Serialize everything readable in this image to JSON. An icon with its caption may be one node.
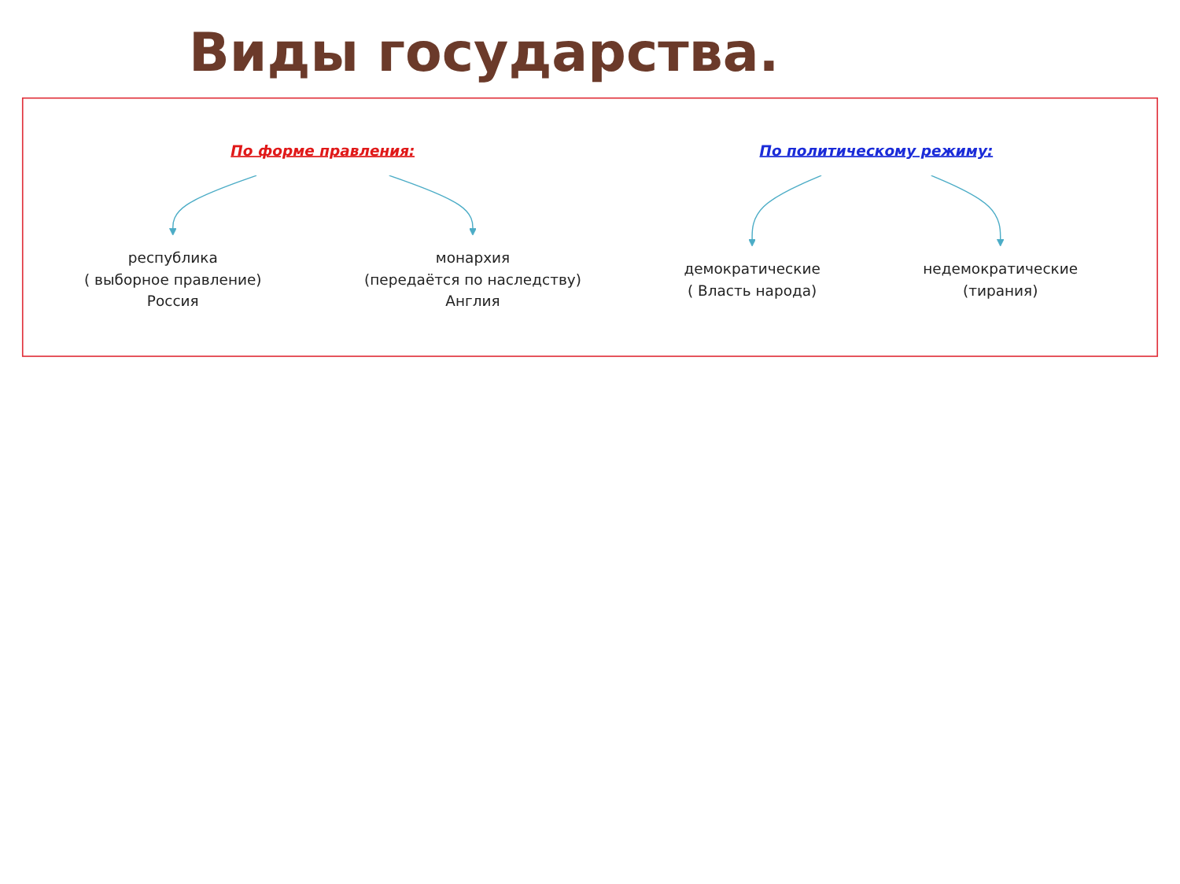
{
  "diagram": {
    "title": "Виды государства.",
    "nodes": [
      {
        "text": [],
        "shape": "box"
      },
      {
        "text": [
          "По форме правления:"
        ],
        "in": 0
      },
      {
        "text": [
          "республика",
          "( выборное правление)",
          "Россия"
        ],
        "in": 0
      },
      {
        "text": [
          "монархия",
          "(передаётся по наследству)",
          "Англия"
        ],
        "in": 0
      },
      {
        "text": [
          "По политическому режиму:"
        ],
        "in": 0
      },
      {
        "text": [
          "демократические",
          "( Власть народа)"
        ],
        "in": 0
      },
      {
        "text": [
          "недемократические",
          "(тирания)"
        ],
        "in": 0
      }
    ],
    "edges": [
      {
        "from": 1,
        "to": 2,
        "arrow": "to"
      },
      {
        "from": 1,
        "to": 3,
        "arrow": "to"
      },
      {
        "from": 4,
        "to": 5,
        "arrow": "to"
      },
      {
        "from": 4,
        "to": 6,
        "arrow": "to"
      }
    ]
  }
}
